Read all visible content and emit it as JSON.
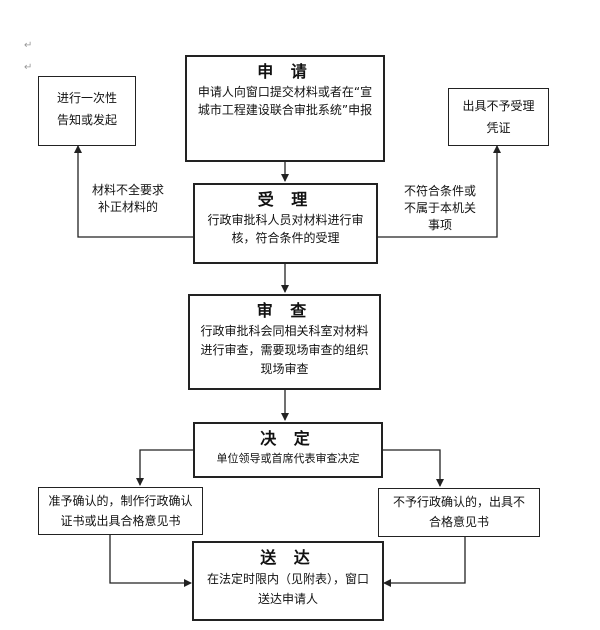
{
  "paragraph_marks": [
    "↵",
    "↵"
  ],
  "nodes": {
    "apply": {
      "title": "申 请",
      "text": "申请人向窗口提交材料或者在“宣城市工程建设联合审批系统”申报"
    },
    "notify": {
      "text": "进行一次性告知或发起"
    },
    "reject": {
      "text": "出具不予受理凭证"
    },
    "accept": {
      "title": "受 理",
      "text": "行政审批科人员对材料进行审核，符合条件的受理"
    },
    "review": {
      "title": "审 查",
      "text": "行政审批科会同相关科室对材料进行审查，需要现场审查的组织现场审查"
    },
    "decide": {
      "title": "决 定",
      "text": "单位领导或首席代表审查决定"
    },
    "approve": {
      "text": "准予确认的，制作行政确认证书或出具合格意见书"
    },
    "deny": {
      "text": "不予行政确认的，出具不合格意见书"
    },
    "deliver": {
      "title": "送 达",
      "text": "在法定时限内（见附表），窗口送达申请人"
    }
  },
  "edge_labels": {
    "incomplete": "材料不全要求补正材料的",
    "not_eligible": "不符合条件或不属于本机关事项"
  }
}
